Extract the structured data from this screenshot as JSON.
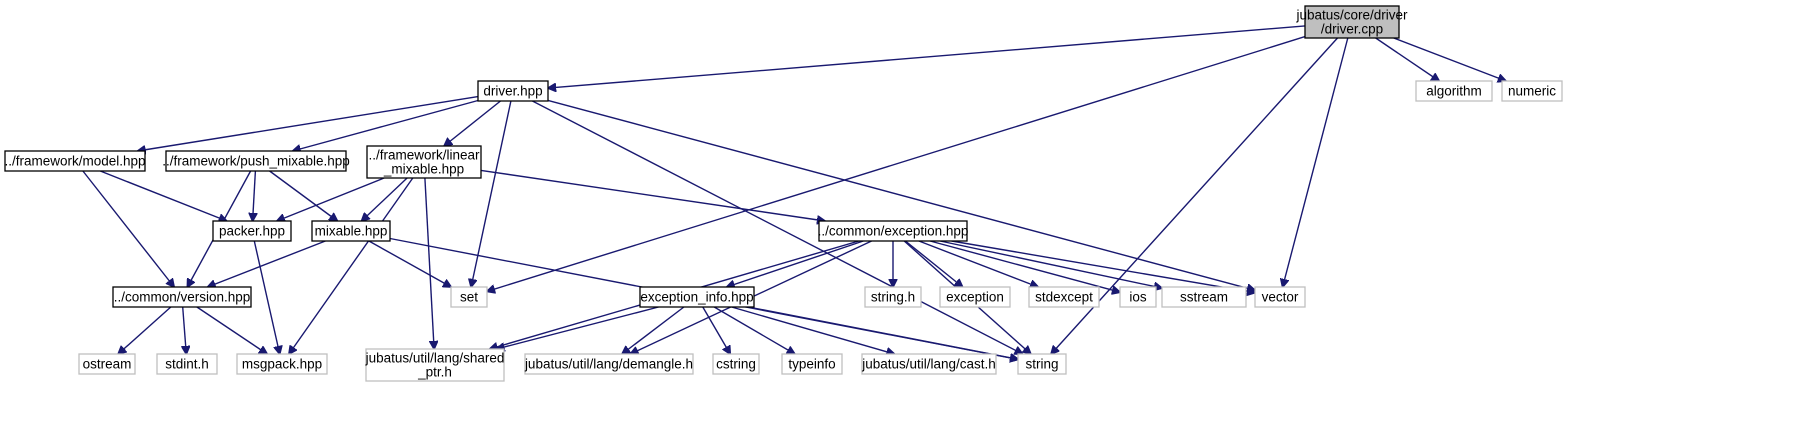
{
  "colors": {
    "edge": "#191970",
    "root_fill": "#bfbfbf",
    "node_border": "#000000",
    "external_border": "#bfbfbf",
    "background": "#ffffff"
  },
  "nodes": [
    {
      "id": "driver_cpp",
      "lines": [
        "jubatus/core/driver",
        "/driver.cpp"
      ],
      "kind": "root"
    },
    {
      "id": "driver_hpp",
      "lines": [
        "driver.hpp"
      ],
      "kind": "local"
    },
    {
      "id": "algorithm",
      "lines": [
        "algorithm"
      ],
      "kind": "external"
    },
    {
      "id": "numeric",
      "lines": [
        "numeric"
      ],
      "kind": "external"
    },
    {
      "id": "model_hpp",
      "lines": [
        "../framework/model.hpp"
      ],
      "kind": "local"
    },
    {
      "id": "push_mixable_hpp",
      "lines": [
        "../framework/push_mixable.hpp"
      ],
      "kind": "local"
    },
    {
      "id": "linear_mixable_hpp",
      "lines": [
        "../framework/linear",
        "_mixable.hpp"
      ],
      "kind": "local"
    },
    {
      "id": "packer_hpp",
      "lines": [
        "packer.hpp"
      ],
      "kind": "local"
    },
    {
      "id": "mixable_hpp",
      "lines": [
        "mixable.hpp"
      ],
      "kind": "local"
    },
    {
      "id": "exception_hpp",
      "lines": [
        "../common/exception.hpp"
      ],
      "kind": "local"
    },
    {
      "id": "version_hpp",
      "lines": [
        "../common/version.hpp"
      ],
      "kind": "local"
    },
    {
      "id": "set",
      "lines": [
        "set"
      ],
      "kind": "external"
    },
    {
      "id": "string_h",
      "lines": [
        "string.h"
      ],
      "kind": "external"
    },
    {
      "id": "exception",
      "lines": [
        "exception"
      ],
      "kind": "external"
    },
    {
      "id": "stdexcept",
      "lines": [
        "stdexcept"
      ],
      "kind": "external"
    },
    {
      "id": "ios",
      "lines": [
        "ios"
      ],
      "kind": "external"
    },
    {
      "id": "sstream",
      "lines": [
        "sstream"
      ],
      "kind": "external"
    },
    {
      "id": "vector",
      "lines": [
        "vector"
      ],
      "kind": "external"
    },
    {
      "id": "exception_info_hpp",
      "lines": [
        "exception_info.hpp"
      ],
      "kind": "local"
    },
    {
      "id": "ostream",
      "lines": [
        "ostream"
      ],
      "kind": "external"
    },
    {
      "id": "stdint_h",
      "lines": [
        "stdint.h"
      ],
      "kind": "external"
    },
    {
      "id": "msgpack_hpp",
      "lines": [
        "msgpack.hpp"
      ],
      "kind": "external"
    },
    {
      "id": "shared_ptr_h",
      "lines": [
        "jubatus/util/lang/shared",
        "_ptr.h"
      ],
      "kind": "external"
    },
    {
      "id": "demangle_h",
      "lines": [
        "jubatus/util/lang/demangle.h"
      ],
      "kind": "external"
    },
    {
      "id": "cstring",
      "lines": [
        "cstring"
      ],
      "kind": "external"
    },
    {
      "id": "typeinfo",
      "lines": [
        "typeinfo"
      ],
      "kind": "external"
    },
    {
      "id": "cast_h",
      "lines": [
        "jubatus/util/lang/cast.h"
      ],
      "kind": "external"
    },
    {
      "id": "string",
      "lines": [
        "string"
      ],
      "kind": "external"
    }
  ],
  "edges": [
    {
      "from": "driver_cpp",
      "to": "driver_hpp"
    },
    {
      "from": "driver_cpp",
      "to": "set"
    },
    {
      "from": "driver_cpp",
      "to": "algorithm"
    },
    {
      "from": "driver_cpp",
      "to": "numeric"
    },
    {
      "from": "driver_cpp",
      "to": "vector"
    },
    {
      "from": "driver_cpp",
      "to": "string"
    },
    {
      "from": "driver_hpp",
      "to": "model_hpp"
    },
    {
      "from": "driver_hpp",
      "to": "push_mixable_hpp"
    },
    {
      "from": "driver_hpp",
      "to": "linear_mixable_hpp"
    },
    {
      "from": "driver_hpp",
      "to": "set"
    },
    {
      "from": "driver_hpp",
      "to": "vector"
    },
    {
      "from": "driver_hpp",
      "to": "string"
    },
    {
      "from": "model_hpp",
      "to": "packer_hpp"
    },
    {
      "from": "model_hpp",
      "to": "version_hpp"
    },
    {
      "from": "push_mixable_hpp",
      "to": "packer_hpp"
    },
    {
      "from": "push_mixable_hpp",
      "to": "mixable_hpp"
    },
    {
      "from": "push_mixable_hpp",
      "to": "version_hpp"
    },
    {
      "from": "linear_mixable_hpp",
      "to": "packer_hpp"
    },
    {
      "from": "linear_mixable_hpp",
      "to": "mixable_hpp"
    },
    {
      "from": "linear_mixable_hpp",
      "to": "exception_hpp"
    },
    {
      "from": "linear_mixable_hpp",
      "to": "msgpack_hpp"
    },
    {
      "from": "linear_mixable_hpp",
      "to": "shared_ptr_h"
    },
    {
      "from": "packer_hpp",
      "to": "msgpack_hpp"
    },
    {
      "from": "mixable_hpp",
      "to": "version_hpp"
    },
    {
      "from": "mixable_hpp",
      "to": "set"
    },
    {
      "from": "mixable_hpp",
      "to": "string"
    },
    {
      "from": "exception_hpp",
      "to": "exception_info_hpp"
    },
    {
      "from": "exception_hpp",
      "to": "string_h"
    },
    {
      "from": "exception_hpp",
      "to": "exception"
    },
    {
      "from": "exception_hpp",
      "to": "stdexcept"
    },
    {
      "from": "exception_hpp",
      "to": "ios"
    },
    {
      "from": "exception_hpp",
      "to": "sstream"
    },
    {
      "from": "exception_hpp",
      "to": "vector"
    },
    {
      "from": "exception_hpp",
      "to": "string"
    },
    {
      "from": "exception_hpp",
      "to": "shared_ptr_h"
    },
    {
      "from": "exception_hpp",
      "to": "demangle_h"
    },
    {
      "from": "exception_info_hpp",
      "to": "shared_ptr_h"
    },
    {
      "from": "exception_info_hpp",
      "to": "demangle_h"
    },
    {
      "from": "exception_info_hpp",
      "to": "cstring"
    },
    {
      "from": "exception_info_hpp",
      "to": "typeinfo"
    },
    {
      "from": "exception_info_hpp",
      "to": "cast_h"
    },
    {
      "from": "exception_info_hpp",
      "to": "string"
    },
    {
      "from": "version_hpp",
      "to": "ostream"
    },
    {
      "from": "version_hpp",
      "to": "stdint_h"
    },
    {
      "from": "version_hpp",
      "to": "msgpack_hpp"
    }
  ]
}
